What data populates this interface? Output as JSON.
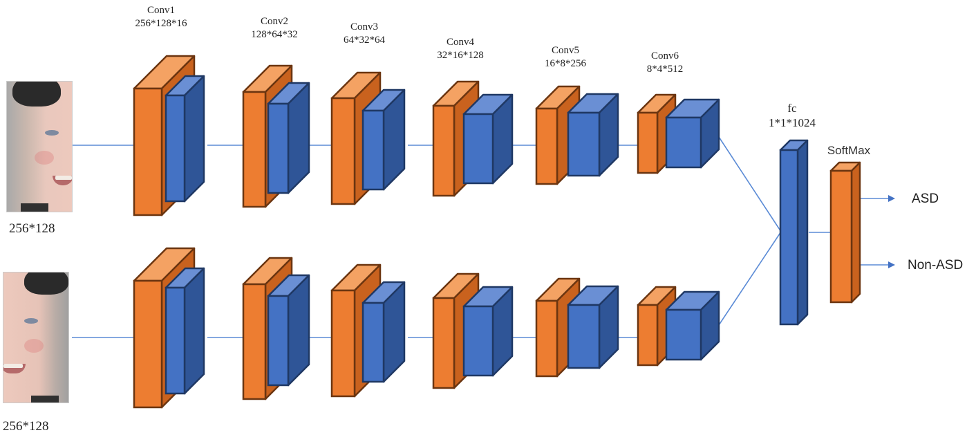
{
  "title": "Two-branch CNN architecture for ASD classification",
  "inputs": [
    {
      "label": "256*128",
      "image": "child-face-left-half"
    },
    {
      "label": "256*128",
      "image": "child-face-right-half"
    }
  ],
  "conv_layers": [
    {
      "name": "Conv1",
      "dims": "256*128*16"
    },
    {
      "name": "Conv2",
      "dims": "128*64*32"
    },
    {
      "name": "Conv3",
      "dims": "64*32*64"
    },
    {
      "name": "Conv4",
      "dims": "32*16*128"
    },
    {
      "name": "Conv5",
      "dims": "16*8*256"
    },
    {
      "name": "Conv6",
      "dims": "8*4*512"
    }
  ],
  "fc": {
    "name": "fc",
    "dims": "1*1*1024"
  },
  "softmax": {
    "name": "SoftMax"
  },
  "outputs": [
    "ASD",
    "Non-ASD"
  ],
  "colors": {
    "orange_front": "#ED7D31",
    "orange_top": "#F4A263",
    "orange_side": "#C9621E",
    "orange_stroke": "#6B3510",
    "blue_front": "#4472C4",
    "blue_top": "#6A8FD4",
    "blue_side": "#2F5597",
    "blue_stroke": "#1F3864",
    "connector": "#5B8BD6"
  }
}
